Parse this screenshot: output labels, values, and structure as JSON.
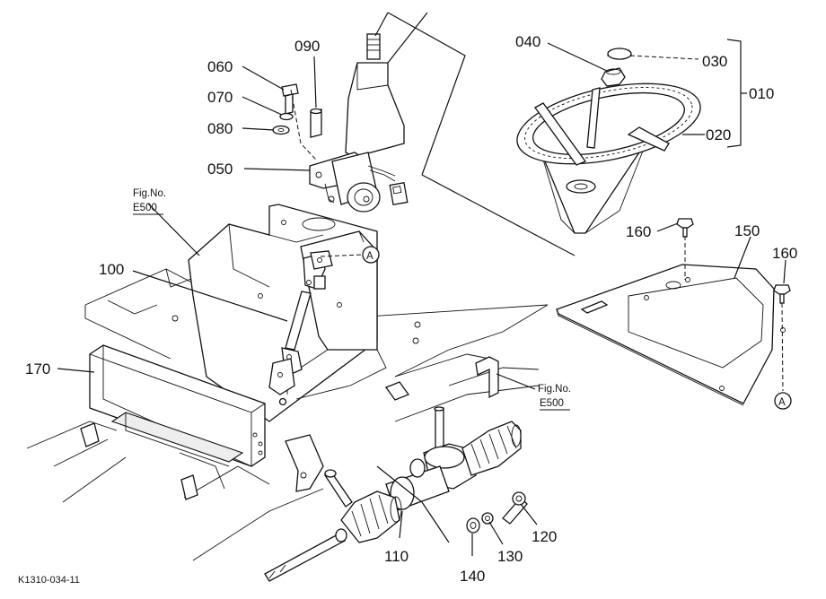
{
  "callouts": {
    "c010": "010",
    "c020": "020",
    "c030": "030",
    "c040": "040",
    "c050": "050",
    "c060": "060",
    "c070": "070",
    "c080": "080",
    "c090": "090",
    "c100": "100",
    "c110": "110",
    "c120": "120",
    "c130": "130",
    "c140": "140",
    "c150": "150",
    "c160a": "160",
    "c160b": "160",
    "c170": "170"
  },
  "references": {
    "fig_label": "Fig.No.",
    "fig1_no": "E500",
    "fig2_no": "E500",
    "marker_a1": "A",
    "marker_a2": "A"
  },
  "drawing_code": "K1310-034-11"
}
